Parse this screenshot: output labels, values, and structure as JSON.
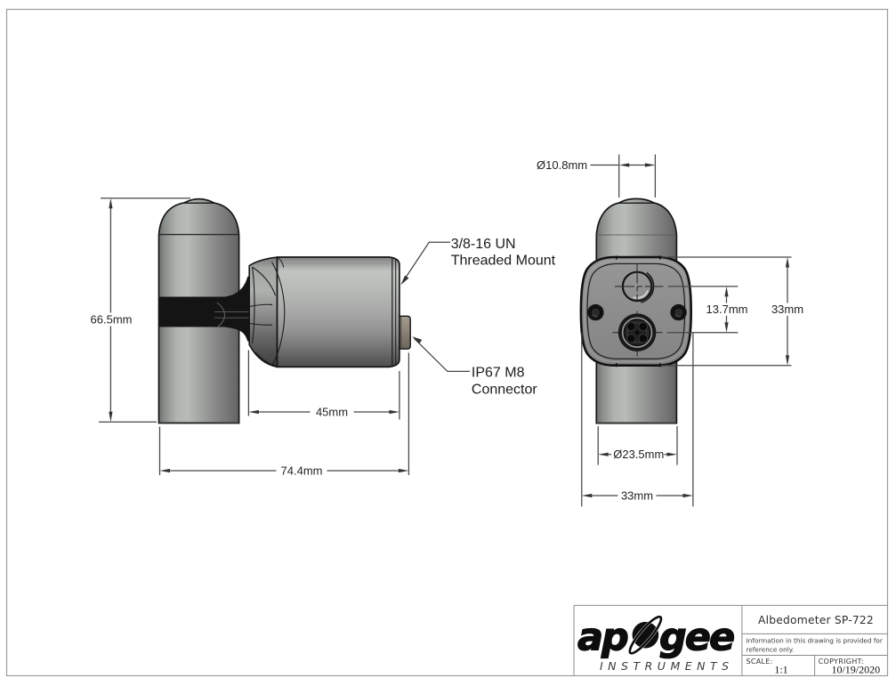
{
  "drawing": {
    "labels": {
      "threaded_mount_line1": "3/8-16 UN",
      "threaded_mount_line2": "Threaded Mount",
      "connector_line1": "IP67 M8",
      "connector_line2": "Connector"
    },
    "dimensions": {
      "overall_height": "66.5mm",
      "body_length": "45mm",
      "overall_length": "74.4mm",
      "diffuser_diameter": "Ø10.8mm",
      "connector_offset": "13.7mm",
      "head_height": "33mm",
      "tube_diameter": "Ø23.5mm",
      "head_width": "33mm"
    }
  },
  "title_block": {
    "logo": {
      "word_part1": "ap",
      "word_part2": "gee",
      "subtitle": "INSTRUMENTS"
    },
    "title": "Albedometer SP-722",
    "note_line1": "Information in this drawing is provided for",
    "note_line2": "reference only.",
    "scale_label": "SCALE:",
    "scale_value": "1:1",
    "copyright_label": "COPYRIGHT:",
    "copyright_value": "10/19/2020"
  },
  "colors": {
    "outline": "#161616",
    "dimension_line": "#464646",
    "frame": "#9c9c9c",
    "titleblock_line": "#8a8a8a",
    "black_part": "#141414",
    "connector_tan": "#968c7f"
  }
}
